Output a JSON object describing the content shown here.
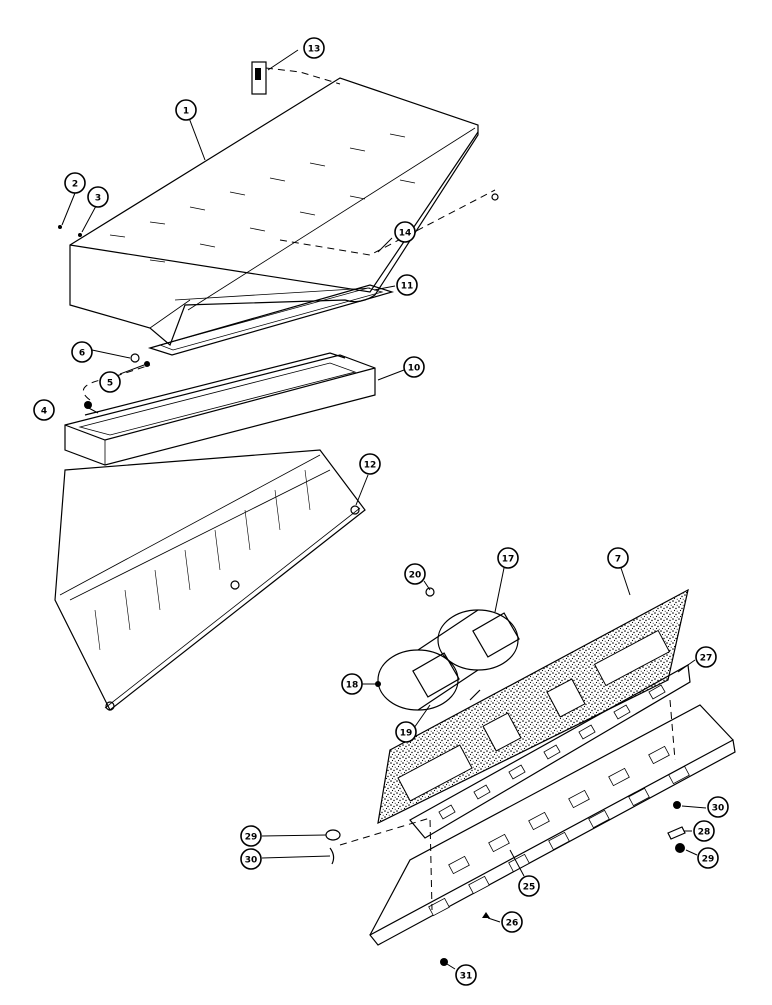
{
  "callouts": [
    {
      "id": "c1",
      "label": "1"
    },
    {
      "id": "c2",
      "label": "2"
    },
    {
      "id": "c3",
      "label": "3"
    },
    {
      "id": "c4",
      "label": "4"
    },
    {
      "id": "c5",
      "label": "5"
    },
    {
      "id": "c6",
      "label": "6"
    },
    {
      "id": "c7",
      "label": "7"
    },
    {
      "id": "c10",
      "label": "10"
    },
    {
      "id": "c11",
      "label": "11"
    },
    {
      "id": "c12",
      "label": "12"
    },
    {
      "id": "c13",
      "label": "13"
    },
    {
      "id": "c14",
      "label": "14"
    },
    {
      "id": "c17",
      "label": "17"
    },
    {
      "id": "c18",
      "label": "18"
    },
    {
      "id": "c19",
      "label": "19"
    },
    {
      "id": "c20",
      "label": "20"
    },
    {
      "id": "c25",
      "label": "25"
    },
    {
      "id": "c26",
      "label": "26"
    },
    {
      "id": "c27",
      "label": "27"
    },
    {
      "id": "c28",
      "label": "28"
    },
    {
      "id": "c29a",
      "label": "29"
    },
    {
      "id": "c29b",
      "label": "29"
    },
    {
      "id": "c30a",
      "label": "30"
    },
    {
      "id": "c30b",
      "label": "30"
    },
    {
      "id": "c31",
      "label": "31"
    }
  ]
}
